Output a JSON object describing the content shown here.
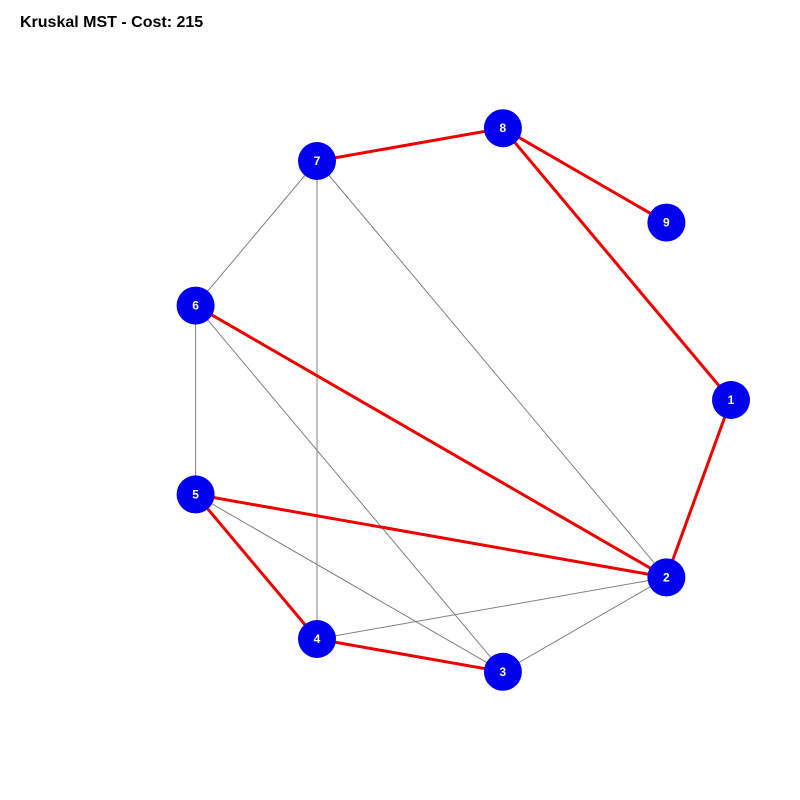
{
  "title": "Kruskal MST - Cost: 215",
  "colors": {
    "node_fill": "#0000ee",
    "node_label": "#ffffff",
    "mst_edge": "#ee0000",
    "graph_edge": "#808080",
    "background": "#ffffff"
  },
  "nodes": [
    {
      "id": "1",
      "label": "1"
    },
    {
      "id": "2",
      "label": "2"
    },
    {
      "id": "3",
      "label": "3"
    },
    {
      "id": "4",
      "label": "4"
    },
    {
      "id": "5",
      "label": "5"
    },
    {
      "id": "6",
      "label": "6"
    },
    {
      "id": "7",
      "label": "7"
    },
    {
      "id": "8",
      "label": "8"
    },
    {
      "id": "9",
      "label": "9"
    }
  ],
  "edges": [
    {
      "from": "7",
      "to": "6",
      "in_mst": false
    },
    {
      "from": "7",
      "to": "4",
      "in_mst": false
    },
    {
      "from": "7",
      "to": "2",
      "in_mst": false
    },
    {
      "from": "6",
      "to": "5",
      "in_mst": false
    },
    {
      "from": "6",
      "to": "3",
      "in_mst": false
    },
    {
      "from": "5",
      "to": "3",
      "in_mst": false
    },
    {
      "from": "4",
      "to": "2",
      "in_mst": false
    },
    {
      "from": "3",
      "to": "2",
      "in_mst": false
    },
    {
      "from": "7",
      "to": "8",
      "in_mst": true
    },
    {
      "from": "8",
      "to": "9",
      "in_mst": true
    },
    {
      "from": "8",
      "to": "1",
      "in_mst": true
    },
    {
      "from": "1",
      "to": "2",
      "in_mst": true
    },
    {
      "from": "6",
      "to": "2",
      "in_mst": true
    },
    {
      "from": "5",
      "to": "2",
      "in_mst": true
    },
    {
      "from": "5",
      "to": "4",
      "in_mst": true
    },
    {
      "from": "4",
      "to": "3",
      "in_mst": true
    }
  ]
}
